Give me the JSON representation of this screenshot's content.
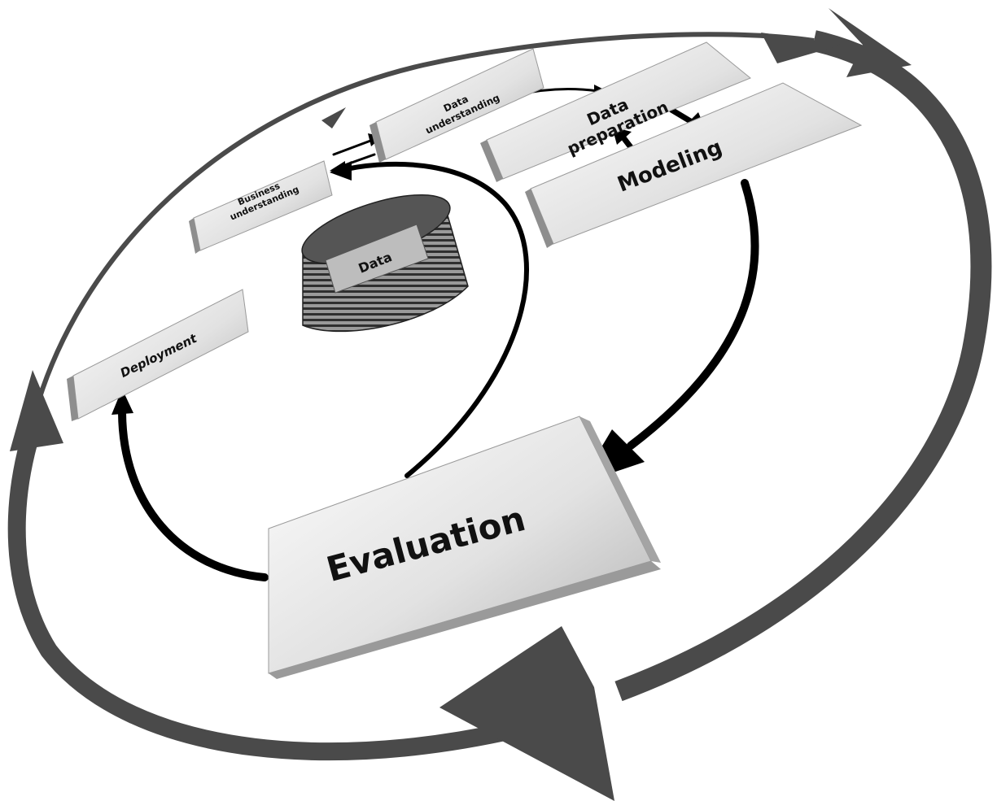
{
  "phases": {
    "business": {
      "line1": "Business",
      "line2": "understanding"
    },
    "data_understanding": {
      "line1": "Data",
      "line2": "understanding"
    },
    "data_preparation": {
      "line1": "Data",
      "line2": "preparation"
    },
    "modeling": {
      "label": "Modeling"
    },
    "evaluation": {
      "label": "Evaluation"
    },
    "deployment": {
      "label": "Deployment"
    }
  },
  "data_store": {
    "label": "Data"
  },
  "colors": {
    "outer_arrow": "#4a4a4a",
    "inner_arrow": "#000000",
    "box_light": "#f6f6f6",
    "box_dark": "#b9b9b9",
    "box_edge": "#8c8c8c",
    "text": "#111111"
  }
}
